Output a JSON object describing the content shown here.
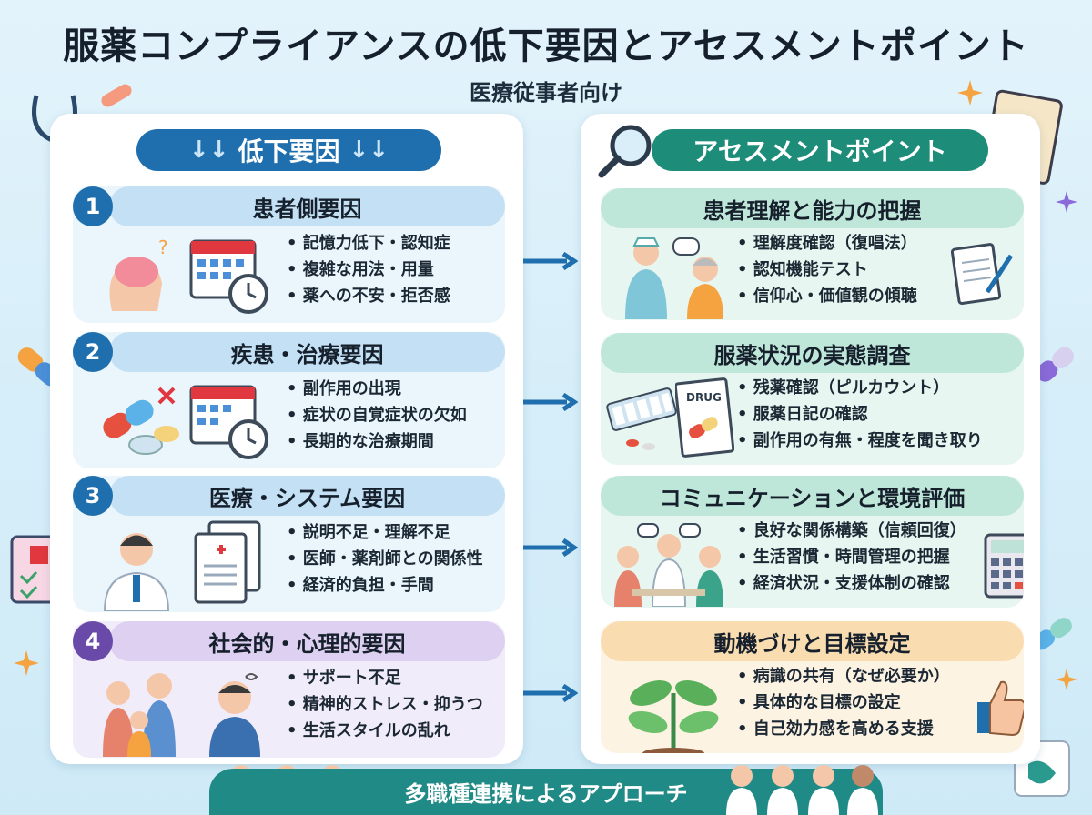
{
  "title": "服薬コンプライアンスの低下要因とアセスメントポイント",
  "subtitle": "医療従事者向け",
  "left_header": "低下要因",
  "left_header_arrows": "↓↓",
  "right_header": "アセスメントポイント",
  "factors": [
    {
      "num": "1",
      "title": "患者側要因",
      "bullets": [
        "記憶力低下・認知症",
        "複雑な用法・用量",
        "薬への不安・拒否感"
      ]
    },
    {
      "num": "2",
      "title": "疾患・治療要因",
      "bullets": [
        "副作用の出現",
        "症状の自覚症状の欠如",
        "長期的な治療期間"
      ]
    },
    {
      "num": "3",
      "title": "医療・システム要因",
      "bullets": [
        "説明不足・理解不足",
        "医師・薬剤師との関係性",
        "経済的負担・手間"
      ]
    },
    {
      "num": "4",
      "title": "社会的・心理的要因",
      "bullets": [
        "サポート不足",
        "精神的ストレス・抑うつ",
        "生活スタイルの乱れ"
      ]
    }
  ],
  "assessments": [
    {
      "title": "患者理解と能力の把握",
      "bullets": [
        "理解度確認（復唱法）",
        "認知機能テスト",
        "信仰心・価値観の傾聴"
      ]
    },
    {
      "title": "服薬状況の実態調査",
      "bullets": [
        "残薬確認（ピルカウント）",
        "服薬日記の確認",
        "副作用の有無・程度を聞き取り"
      ]
    },
    {
      "title": "コミュニケーションと環境評価",
      "bullets": [
        "良好な関係構築（信頼回復）",
        "生活習慣・時間管理の把握",
        "経済状況・支援体制の確認"
      ]
    },
    {
      "title": "動機づけと目標設定",
      "bullets": [
        "病識の共有（なぜ必要か）",
        "具体的な目標の設定",
        "自己効力感を高める支援"
      ]
    }
  ],
  "drug_label": "DRUG",
  "footer": "多職種連携によるアプローチ",
  "colors": {
    "blue": "#1f6fae",
    "green": "#1d8d7a",
    "purple": "#6a4aa8",
    "teal": "#1f8a86"
  }
}
